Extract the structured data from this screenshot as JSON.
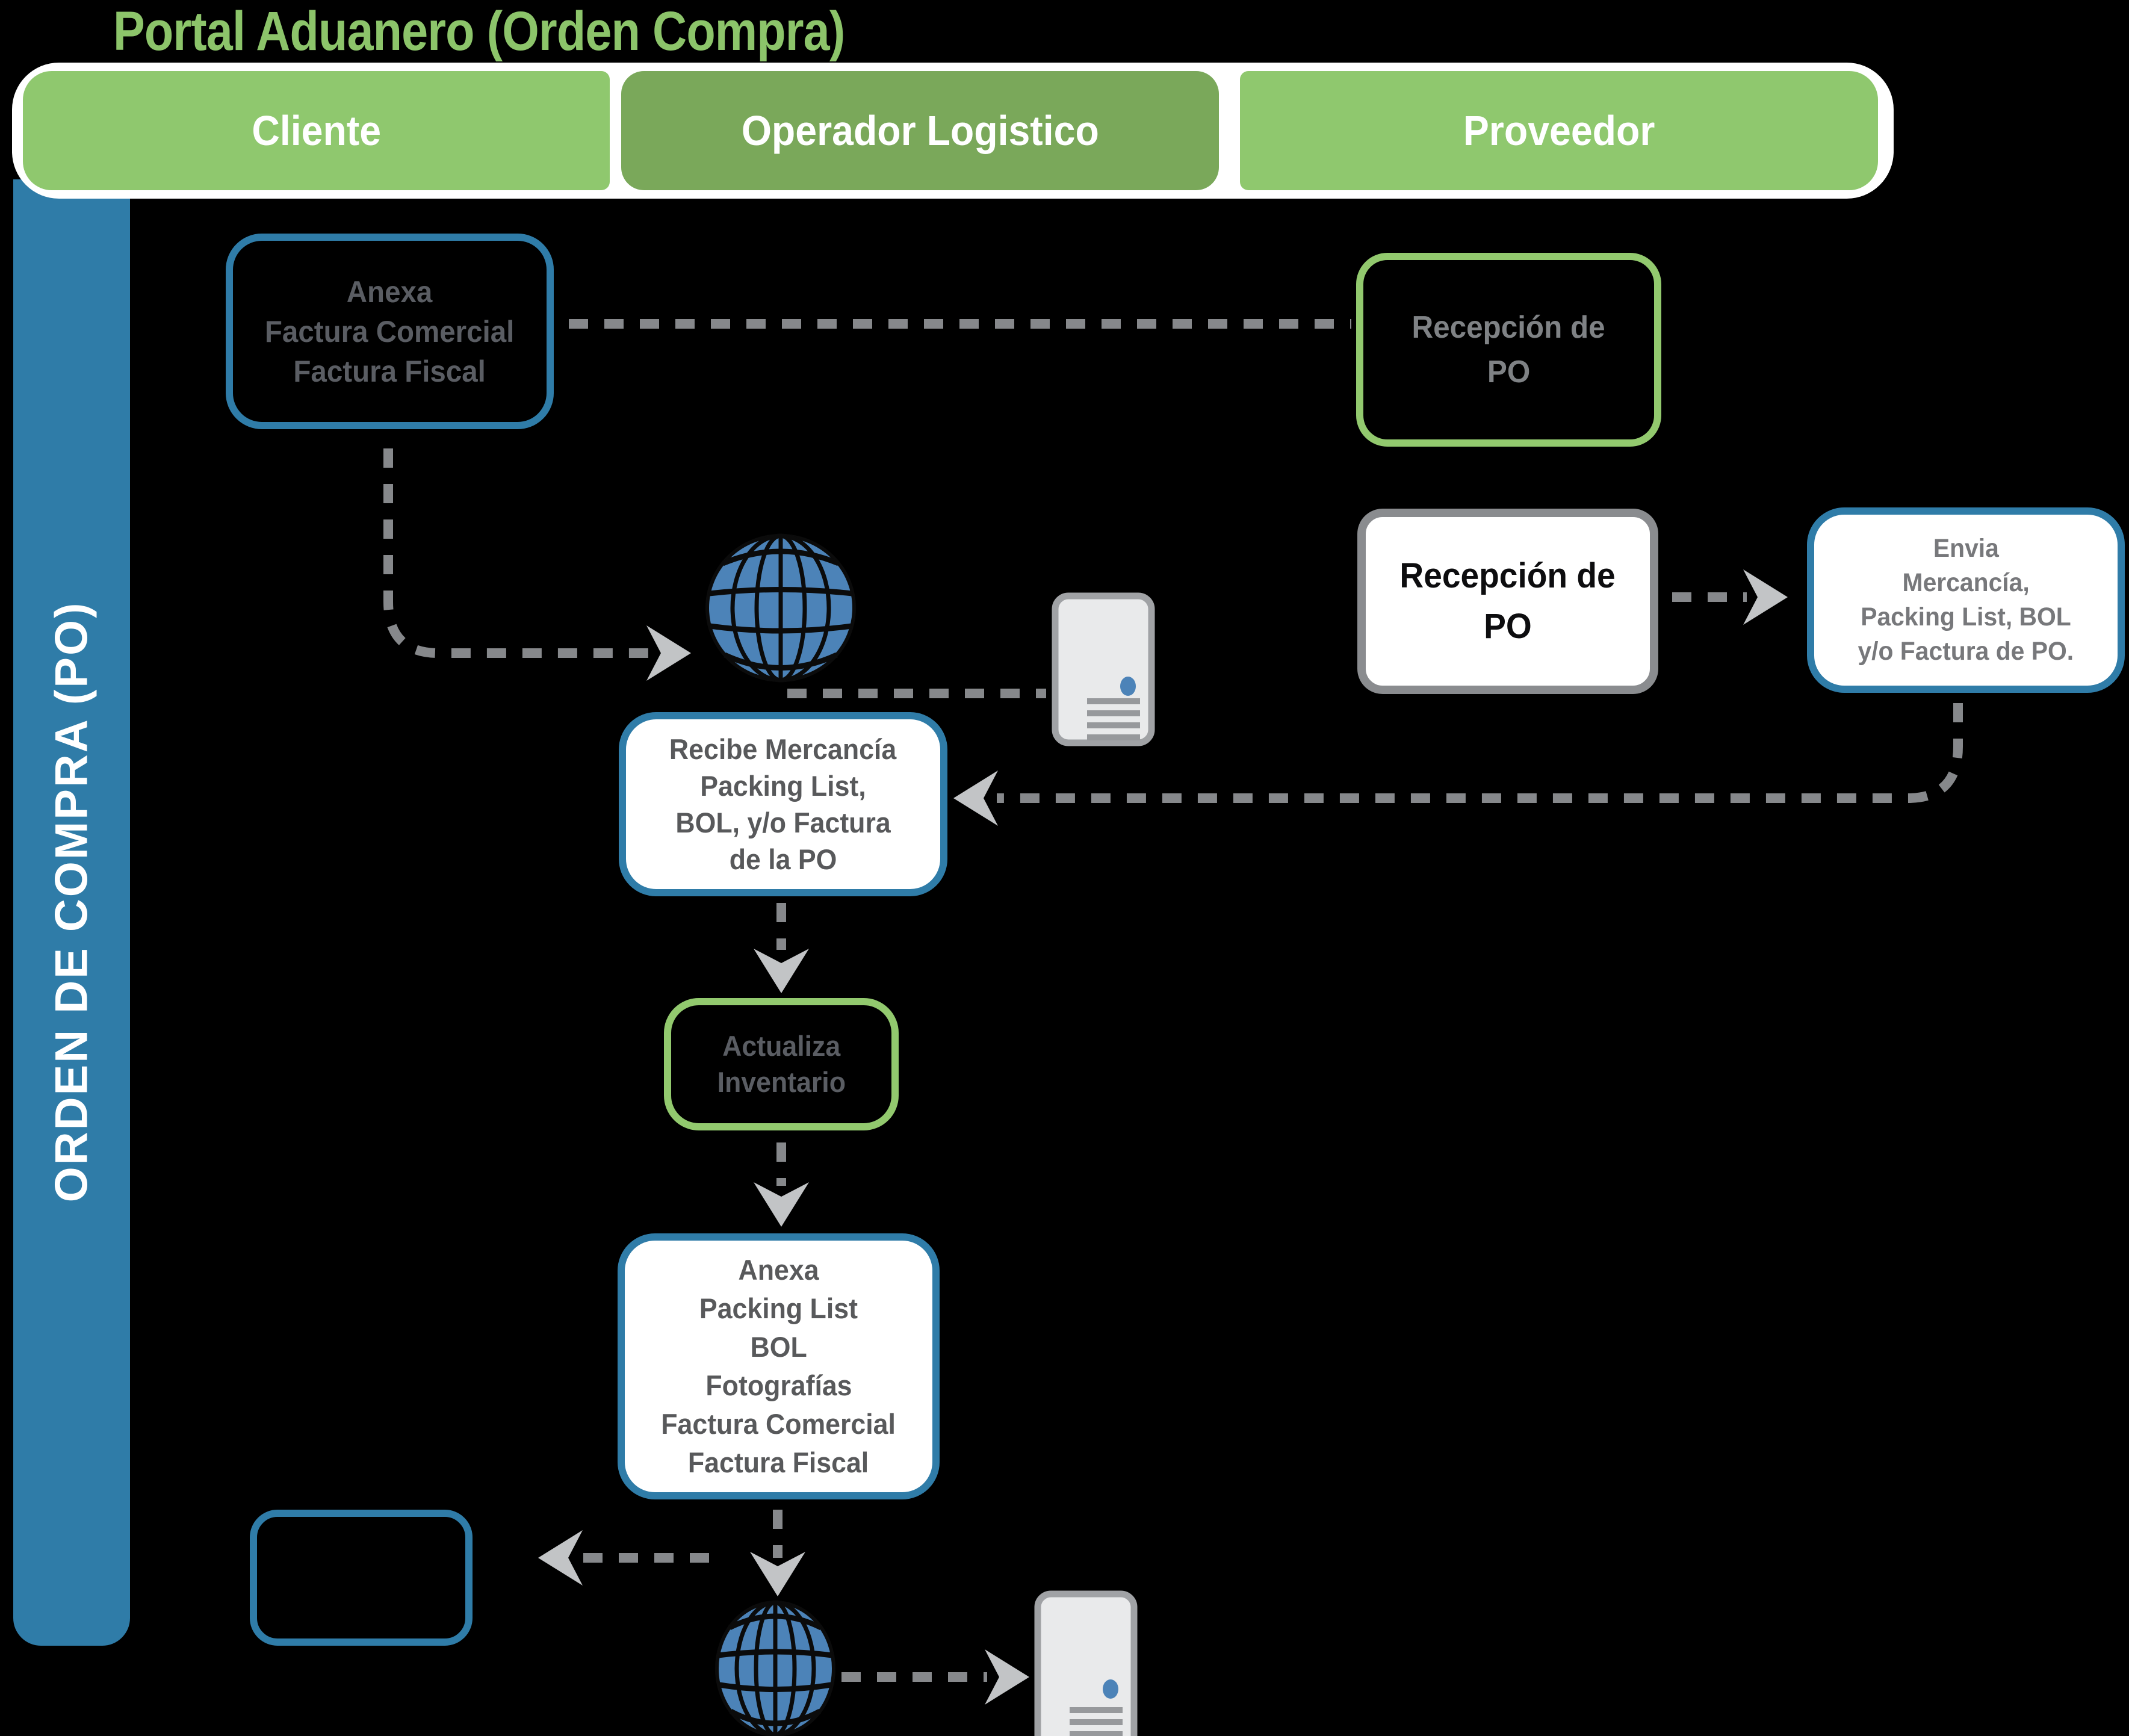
{
  "title": "Portal Aduanero (Orden Compra)",
  "lanes": {
    "cliente": "Cliente",
    "operador": "Operador Logistico",
    "proveedor": "Proveedor"
  },
  "sidebar_label": "ORDEN DE COMPRA (PO)",
  "boxes": {
    "anexa_facturas": {
      "lines": [
        "Anexa",
        "Factura Comercial",
        "Factura Fiscal"
      ]
    },
    "recepcion_po_proveedor": {
      "lines": [
        "Recepción de",
        "PO"
      ]
    },
    "recepcion_po_operador": {
      "lines": [
        "Recepción de",
        "PO"
      ]
    },
    "envia_mercancia": {
      "lines": [
        "Envia",
        "Mercancía,",
        "Packing List, BOL",
        "y/o Factura de PO."
      ]
    },
    "recibe_mercancia": {
      "lines": [
        "Recibe Mercancía",
        "Packing List,",
        "BOL, y/o Factura",
        "de la PO"
      ]
    },
    "actualiza_inventario": {
      "lines": [
        "Actualiza",
        "Inventario"
      ]
    },
    "anexa_documentos": {
      "lines": [
        "Anexa",
        "Packing List",
        "BOL",
        "Fotografías",
        "Factura Comercial",
        "Factura Fiscal"
      ]
    }
  },
  "icons": {
    "globe": "globe-icon",
    "server": "server-icon"
  },
  "colors": {
    "light_green": "#8FC86E",
    "dark_green": "#7AA85A",
    "title_green": "#8CC46A",
    "blue": "#2F7CA8",
    "globe_blue": "#4C83B8",
    "dash_gray": "#86888B",
    "arrow_gray": "#C2C4C6",
    "box_text_gray": "#58595B",
    "muted_text_gray": "#7F8285",
    "white": "#FFFFFF",
    "background": "#000000"
  }
}
